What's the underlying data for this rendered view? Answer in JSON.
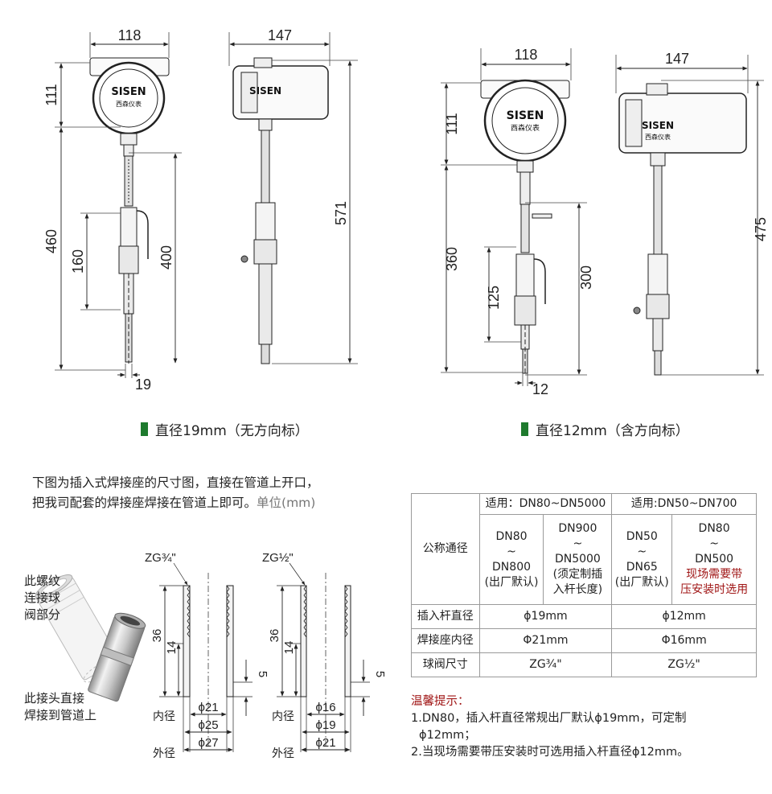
{
  "drawing_19": {
    "front_width": "118",
    "side_width": "147",
    "head_height": "111",
    "total_front": "460",
    "valve_span": "160",
    "insert_length": "400",
    "total_side": "571",
    "rod_diameter": "19",
    "caption": "直径19mm（无方向标）"
  },
  "drawing_12": {
    "front_width": "118",
    "side_width": "147",
    "head_height": "111",
    "total_front": "360",
    "valve_span": "125",
    "insert_length": "300",
    "total_side": "475",
    "rod_diameter": "12",
    "caption": "直径12mm（含方向标）"
  },
  "logo": {
    "brand": "SISEN",
    "sub": "西森仪表"
  },
  "weld_intro": {
    "line1": "下图为插入式焊接座的尺寸图，直接在管道上开口，",
    "line2": "把我司配套的焊接座焊接在管道上即可。",
    "unit": "单位(mm)"
  },
  "weld_photo": {
    "label_top": [
      "此螺纹",
      "连接球",
      "阀部分"
    ],
    "label_bottom": [
      "此接头直接",
      "焊接到管道上"
    ]
  },
  "weld_a": {
    "thread": "ZG¾\"",
    "h_total": "36",
    "h_thread": "14",
    "h_bottom": "5",
    "inner_label": "内径",
    "inner": "ϕ21",
    "mid": "ϕ25",
    "outer_label": "外径",
    "outer": "ϕ27"
  },
  "weld_b": {
    "thread": "ZG½\"",
    "h_total": "36",
    "h_thread": "14",
    "h_bottom": "5",
    "inner_label": "内径",
    "inner": "ϕ16",
    "mid": "ϕ19",
    "outer_label": "外径",
    "outer": "ϕ21"
  },
  "spec_table": {
    "row_label": "公称通径",
    "group1": "适用：DN80~DN5000",
    "group2": "适用:DN50~DN700",
    "c1": [
      "DN80",
      "~",
      "DN800",
      "(出厂默认)"
    ],
    "c2": [
      "DN900",
      "~",
      "DN5000",
      "(须定制插",
      "入杆长度)"
    ],
    "c3": [
      "DN50",
      "~",
      "DN65",
      "(出厂默认)"
    ],
    "c4": [
      "DN80",
      "~",
      "DN500"
    ],
    "c4_red": [
      "现场需要带",
      "压安装时选用"
    ],
    "rows": [
      {
        "label": "插入杆直径",
        "v1": "ϕ19mm",
        "v2": "ϕ12mm"
      },
      {
        "label": "焊接座内径",
        "v1": "Φ21mm",
        "v2": "Φ16mm"
      },
      {
        "label": "球阀尺寸",
        "v1": "ZG¾\"",
        "v2": "ZG½\""
      }
    ]
  },
  "notes": {
    "title": "温馨提示：",
    "n1a": "1.DN80，插入杆直径常规出厂默认ϕ19mm，可定制",
    "n1b": "ϕ12mm；",
    "n2": "2.当现场需要带压安装时可选用插入杆直径ϕ12mm。"
  },
  "colors": {
    "accent_green": "#1e7a2e",
    "note_red": "#a01616"
  }
}
